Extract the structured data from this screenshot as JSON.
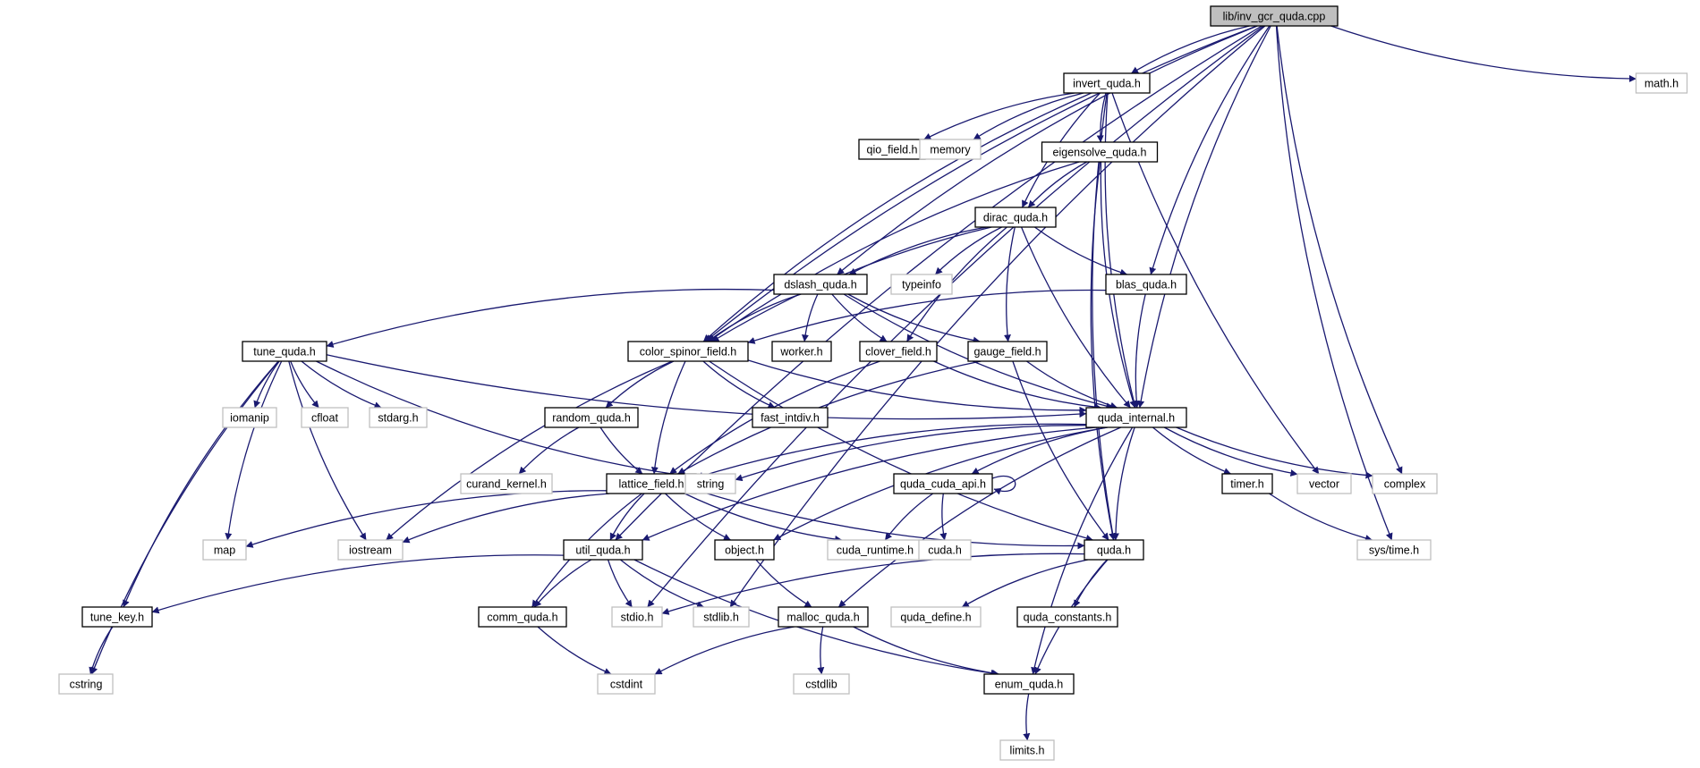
{
  "colors": {
    "edge": "#191970",
    "documented_border": "#000000",
    "system_border": "#bfbfbf",
    "root_fill": "#bfbfbf"
  },
  "nodes": [
    {
      "id": "inv_gcr",
      "label": "lib/inv_gcr_quda.cpp",
      "kind": "root"
    },
    {
      "id": "invert",
      "label": "invert_quda.h",
      "kind": "doc"
    },
    {
      "id": "mathh",
      "label": "math.h",
      "kind": "sys"
    },
    {
      "id": "qio",
      "label": "qio_field.h",
      "kind": "doc"
    },
    {
      "id": "memory",
      "label": "memory",
      "kind": "sys"
    },
    {
      "id": "eigen",
      "label": "eigensolve_quda.h",
      "kind": "doc"
    },
    {
      "id": "dirac",
      "label": "dirac_quda.h",
      "kind": "doc"
    },
    {
      "id": "dslash",
      "label": "dslash_quda.h",
      "kind": "doc"
    },
    {
      "id": "typeinfo",
      "label": "typeinfo",
      "kind": "sys"
    },
    {
      "id": "blas",
      "label": "blas_quda.h",
      "kind": "doc"
    },
    {
      "id": "tune",
      "label": "tune_quda.h",
      "kind": "doc"
    },
    {
      "id": "colorspinor",
      "label": "color_spinor_field.h",
      "kind": "doc"
    },
    {
      "id": "worker",
      "label": "worker.h",
      "kind": "doc"
    },
    {
      "id": "clover",
      "label": "clover_field.h",
      "kind": "doc"
    },
    {
      "id": "gauge",
      "label": "gauge_field.h",
      "kind": "doc"
    },
    {
      "id": "iomanip",
      "label": "iomanip",
      "kind": "sys"
    },
    {
      "id": "cfloat",
      "label": "cfloat",
      "kind": "sys"
    },
    {
      "id": "stdarg",
      "label": "stdarg.h",
      "kind": "sys"
    },
    {
      "id": "random",
      "label": "random_quda.h",
      "kind": "doc"
    },
    {
      "id": "fastintdiv",
      "label": "fast_intdiv.h",
      "kind": "doc"
    },
    {
      "id": "qinternal",
      "label": "quda_internal.h",
      "kind": "doc"
    },
    {
      "id": "curand",
      "label": "curand_kernel.h",
      "kind": "sys"
    },
    {
      "id": "lattice",
      "label": "lattice_field.h",
      "kind": "doc"
    },
    {
      "id": "string",
      "label": "string",
      "kind": "sys"
    },
    {
      "id": "cudaapi",
      "label": "quda_cuda_api.h",
      "kind": "doc"
    },
    {
      "id": "timer",
      "label": "timer.h",
      "kind": "doc"
    },
    {
      "id": "vector",
      "label": "vector",
      "kind": "sys"
    },
    {
      "id": "complex",
      "label": "complex",
      "kind": "sys"
    },
    {
      "id": "map",
      "label": "map",
      "kind": "sys"
    },
    {
      "id": "iostream",
      "label": "iostream",
      "kind": "sys"
    },
    {
      "id": "util",
      "label": "util_quda.h",
      "kind": "doc"
    },
    {
      "id": "object",
      "label": "object.h",
      "kind": "doc"
    },
    {
      "id": "cudaruntime",
      "label": "cuda_runtime.h",
      "kind": "sys"
    },
    {
      "id": "cudah",
      "label": "cuda.h",
      "kind": "sys"
    },
    {
      "id": "qudah",
      "label": "quda.h",
      "kind": "doc"
    },
    {
      "id": "systime",
      "label": "sys/time.h",
      "kind": "sys"
    },
    {
      "id": "tunekey",
      "label": "tune_key.h",
      "kind": "doc"
    },
    {
      "id": "stdio",
      "label": "stdio.h",
      "kind": "sys"
    },
    {
      "id": "stdlib",
      "label": "stdlib.h",
      "kind": "sys"
    },
    {
      "id": "comm",
      "label": "comm_quda.h",
      "kind": "doc"
    },
    {
      "id": "malloc",
      "label": "malloc_quda.h",
      "kind": "doc"
    },
    {
      "id": "qdefine",
      "label": "quda_define.h",
      "kind": "sys"
    },
    {
      "id": "qconst",
      "label": "quda_constants.h",
      "kind": "doc"
    },
    {
      "id": "cstring",
      "label": "cstring",
      "kind": "sys"
    },
    {
      "id": "cstdint",
      "label": "cstdint",
      "kind": "sys"
    },
    {
      "id": "cstdlib",
      "label": "cstdlib",
      "kind": "sys"
    },
    {
      "id": "enum",
      "label": "enum_quda.h",
      "kind": "doc"
    },
    {
      "id": "limits",
      "label": "limits.h",
      "kind": "sys"
    }
  ],
  "edges": [
    {
      "from": "inv_gcr",
      "to": "invert"
    },
    {
      "from": "inv_gcr",
      "to": "mathh"
    },
    {
      "from": "inv_gcr",
      "to": "colorspinor"
    },
    {
      "from": "inv_gcr",
      "to": "dslash"
    },
    {
      "from": "inv_gcr",
      "to": "blas"
    },
    {
      "from": "inv_gcr",
      "to": "qinternal"
    },
    {
      "from": "inv_gcr",
      "to": "complex"
    },
    {
      "from": "inv_gcr",
      "to": "systime"
    },
    {
      "from": "inv_gcr",
      "to": "stdlib"
    },
    {
      "from": "inv_gcr",
      "to": "util"
    },
    {
      "from": "inv_gcr",
      "to": "stdio"
    },
    {
      "from": "invert",
      "to": "qio"
    },
    {
      "from": "invert",
      "to": "memory"
    },
    {
      "from": "invert",
      "to": "eigen"
    },
    {
      "from": "invert",
      "to": "dirac"
    },
    {
      "from": "invert",
      "to": "colorspinor"
    },
    {
      "from": "invert",
      "to": "qinternal"
    },
    {
      "from": "invert",
      "to": "vector"
    },
    {
      "from": "invert",
      "to": "qudah"
    },
    {
      "from": "eigen",
      "to": "dirac"
    },
    {
      "from": "eigen",
      "to": "colorspinor"
    },
    {
      "from": "eigen",
      "to": "qinternal"
    },
    {
      "from": "eigen",
      "to": "qudah"
    },
    {
      "from": "dirac",
      "to": "typeinfo"
    },
    {
      "from": "dirac",
      "to": "dslash"
    },
    {
      "from": "dirac",
      "to": "blas"
    },
    {
      "from": "dirac",
      "to": "colorspinor"
    },
    {
      "from": "dirac",
      "to": "clover"
    },
    {
      "from": "dirac",
      "to": "gauge"
    },
    {
      "from": "dirac",
      "to": "qinternal"
    },
    {
      "from": "dslash",
      "to": "tune"
    },
    {
      "from": "dslash",
      "to": "colorspinor"
    },
    {
      "from": "dslash",
      "to": "worker"
    },
    {
      "from": "dslash",
      "to": "clover"
    },
    {
      "from": "dslash",
      "to": "gauge"
    },
    {
      "from": "dslash",
      "to": "qinternal"
    },
    {
      "from": "blas",
      "to": "colorspinor"
    },
    {
      "from": "blas",
      "to": "qinternal"
    },
    {
      "from": "tune",
      "to": "iomanip"
    },
    {
      "from": "tune",
      "to": "cfloat"
    },
    {
      "from": "tune",
      "to": "stdarg"
    },
    {
      "from": "tune",
      "to": "map"
    },
    {
      "from": "tune",
      "to": "iostream"
    },
    {
      "from": "tune",
      "to": "tunekey"
    },
    {
      "from": "tune",
      "to": "cstring"
    },
    {
      "from": "tune",
      "to": "string"
    },
    {
      "from": "tune",
      "to": "qinternal"
    },
    {
      "from": "colorspinor",
      "to": "random"
    },
    {
      "from": "colorspinor",
      "to": "fastintdiv"
    },
    {
      "from": "colorspinor",
      "to": "lattice"
    },
    {
      "from": "colorspinor",
      "to": "iostream"
    },
    {
      "from": "colorspinor",
      "to": "qinternal"
    },
    {
      "from": "colorspinor",
      "to": "qudah"
    },
    {
      "from": "clover",
      "to": "lattice"
    },
    {
      "from": "clover",
      "to": "qinternal"
    },
    {
      "from": "gauge",
      "to": "lattice"
    },
    {
      "from": "gauge",
      "to": "qinternal"
    },
    {
      "from": "gauge",
      "to": "qudah"
    },
    {
      "from": "random",
      "to": "curand"
    },
    {
      "from": "random",
      "to": "lattice"
    },
    {
      "from": "qinternal",
      "to": "lattice"
    },
    {
      "from": "qinternal",
      "to": "string"
    },
    {
      "from": "qinternal",
      "to": "cudaapi"
    },
    {
      "from": "qinternal",
      "to": "timer"
    },
    {
      "from": "qinternal",
      "to": "vector"
    },
    {
      "from": "qinternal",
      "to": "complex"
    },
    {
      "from": "qinternal",
      "to": "util"
    },
    {
      "from": "qinternal",
      "to": "object"
    },
    {
      "from": "qinternal",
      "to": "qudah"
    },
    {
      "from": "qinternal",
      "to": "malloc"
    },
    {
      "from": "qinternal",
      "to": "enum"
    },
    {
      "from": "cudaapi",
      "to": "cudaapi"
    },
    {
      "from": "cudaapi",
      "to": "cudaruntime"
    },
    {
      "from": "cudaapi",
      "to": "cudah"
    },
    {
      "from": "timer",
      "to": "systime"
    },
    {
      "from": "lattice",
      "to": "map"
    },
    {
      "from": "lattice",
      "to": "iostream"
    },
    {
      "from": "lattice",
      "to": "util"
    },
    {
      "from": "lattice",
      "to": "object"
    },
    {
      "from": "lattice",
      "to": "cudaruntime"
    },
    {
      "from": "lattice",
      "to": "qudah"
    },
    {
      "from": "lattice",
      "to": "comm"
    },
    {
      "from": "util",
      "to": "tunekey"
    },
    {
      "from": "util",
      "to": "comm"
    },
    {
      "from": "util",
      "to": "stdio"
    },
    {
      "from": "util",
      "to": "stdlib"
    },
    {
      "from": "util",
      "to": "enum"
    },
    {
      "from": "object",
      "to": "malloc"
    },
    {
      "from": "qudah",
      "to": "stdio"
    },
    {
      "from": "qudah",
      "to": "qdefine"
    },
    {
      "from": "qudah",
      "to": "qconst"
    },
    {
      "from": "qudah",
      "to": "enum"
    },
    {
      "from": "tunekey",
      "to": "cstring"
    },
    {
      "from": "comm",
      "to": "cstdint"
    },
    {
      "from": "malloc",
      "to": "cstdint"
    },
    {
      "from": "malloc",
      "to": "cstdlib"
    },
    {
      "from": "malloc",
      "to": "enum"
    },
    {
      "from": "enum",
      "to": "limits"
    }
  ]
}
